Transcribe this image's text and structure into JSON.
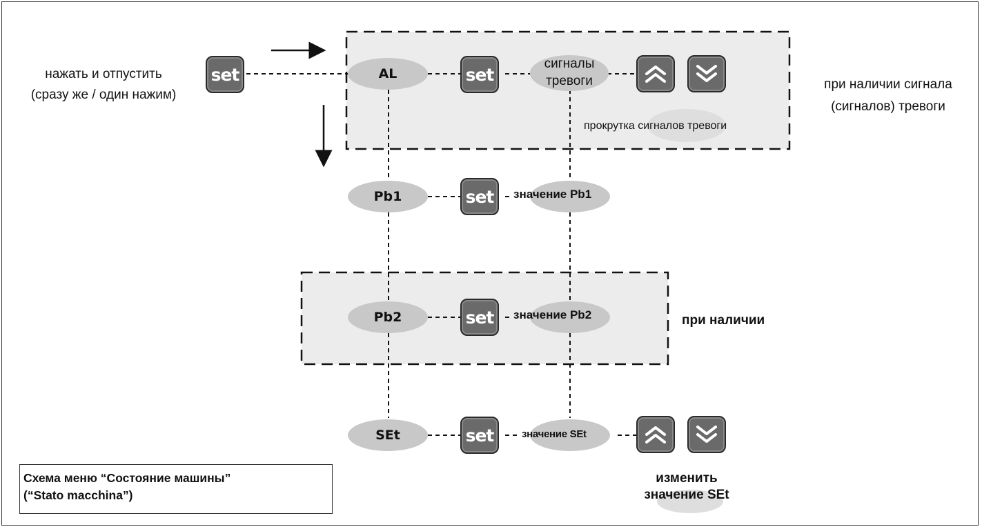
{
  "keys": {
    "set_label": "set",
    "up_icon": "double-chevron-up-icon",
    "down_icon": "double-chevron-down-icon"
  },
  "entry": {
    "line1": "нажать и отпустить",
    "line2": "(сразу же / один нажим)"
  },
  "nodes": {
    "al": "AL",
    "pb1": "Pb1",
    "pb2": "Pb2",
    "set_param": "SEt"
  },
  "values": {
    "alarms_line1": "сигналы",
    "alarms_line2": "тревоги",
    "pb1": "значение Pb1",
    "pb2": "значение Pb2",
    "set": "значение SEt"
  },
  "notes": {
    "scroll_alarms": "прокрутка сигналов тревоги",
    "alarm_present_line1": "при наличии сигнала",
    "alarm_present_line2": "(сигналов) тревоги",
    "if_present": "при наличии",
    "change_set_line1": "изменить",
    "change_set_line2": "значение SEt"
  },
  "legend": {
    "line1": "Схема меню “Состояние машины”",
    "line2": "(“Stato macchina”)"
  },
  "colors": {
    "key_fill": "#6a6a6a",
    "oval_fill": "#c8c8c8",
    "region_fill": "#ececec"
  }
}
